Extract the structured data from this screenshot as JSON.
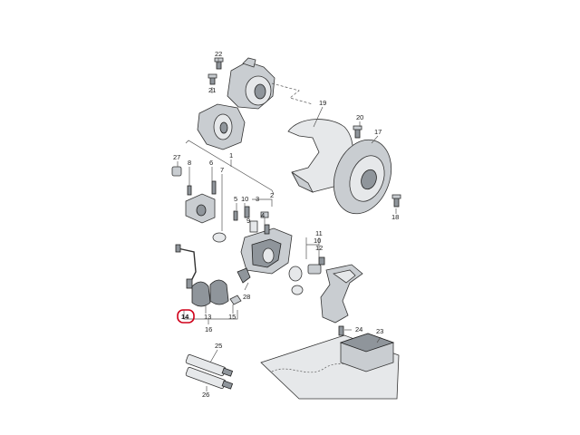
{
  "diagram": {
    "highlight_color": "#d0021b",
    "callouts": [
      {
        "id": "22",
        "text": "22"
      },
      {
        "id": "21",
        "text": "21"
      },
      {
        "id": "19",
        "text": "19"
      },
      {
        "id": "20",
        "text": "20"
      },
      {
        "id": "17",
        "text": "17"
      },
      {
        "id": "18",
        "text": "18"
      },
      {
        "id": "27",
        "text": "27"
      },
      {
        "id": "8",
        "text": "8"
      },
      {
        "id": "6",
        "text": "6"
      },
      {
        "id": "7",
        "text": "7"
      },
      {
        "id": "1",
        "text": "1"
      },
      {
        "id": "5",
        "text": "5"
      },
      {
        "id": "10",
        "text": "10"
      },
      {
        "id": "3",
        "text": "3"
      },
      {
        "id": "2",
        "text": "2"
      },
      {
        "id": "4",
        "text": "4"
      },
      {
        "id": "9",
        "text": "9"
      },
      {
        "id": "11",
        "text": "11"
      },
      {
        "id": "12",
        "text": "12"
      },
      {
        "id": "10b",
        "text": "10"
      },
      {
        "id": "28",
        "text": "28"
      },
      {
        "id": "14",
        "text": "14"
      },
      {
        "id": "13",
        "text": "13"
      },
      {
        "id": "15",
        "text": "15"
      },
      {
        "id": "16",
        "text": "16"
      },
      {
        "id": "24",
        "text": "24"
      },
      {
        "id": "23",
        "text": "23"
      },
      {
        "id": "25",
        "text": "25"
      },
      {
        "id": "26",
        "text": "26"
      }
    ]
  }
}
